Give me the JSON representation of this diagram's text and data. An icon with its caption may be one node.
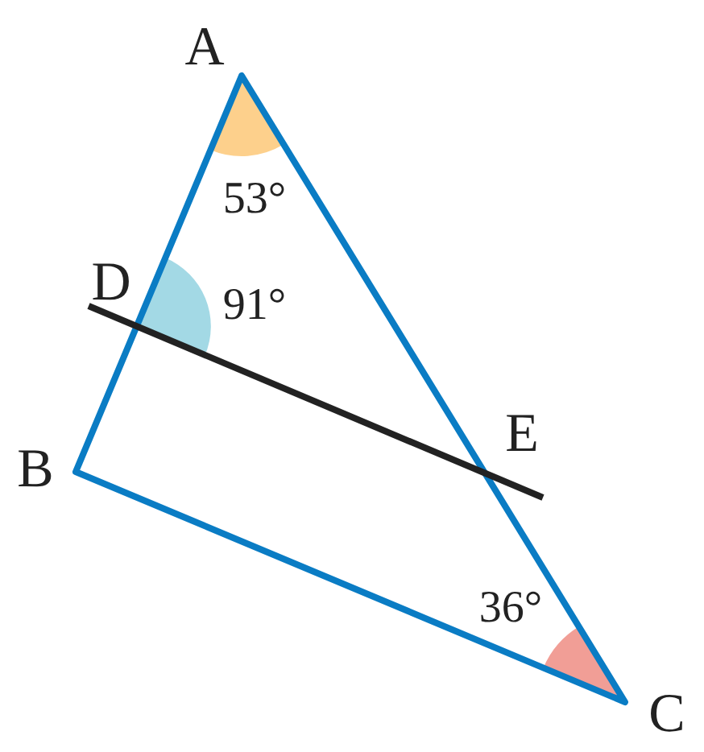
{
  "diagram": {
    "labels": [
      "A",
      "53°",
      "D",
      "91°",
      "B",
      "E",
      "36°",
      "C"
    ]
  }
}
